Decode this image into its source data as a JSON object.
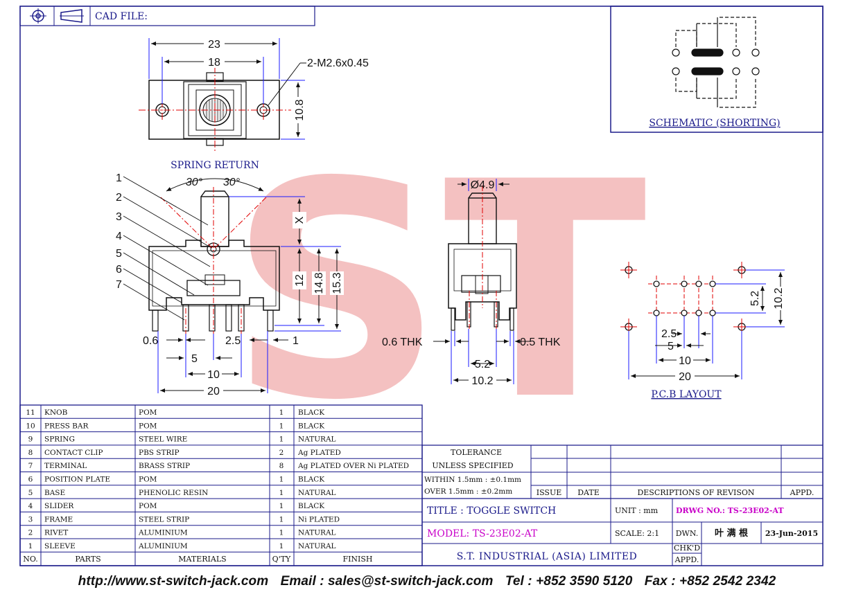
{
  "title_block": {
    "cad_file_label": "CAD FILE:",
    "tolerance_title": "TOLERANCE",
    "tolerance_unless": "UNLESS   SPECIFIED",
    "tolerance_row1": "WITHIN  1.5mm : ±0.1mm",
    "tolerance_row2": "OVER    1.5mm : ±0.2mm",
    "issue": "ISSUE",
    "date": "DATE",
    "descriptions": "DESCRIPTIONS  OF  REVISON",
    "appd": "APPD.",
    "title": "TITLE : TOGGLE SWITCH",
    "unit": "UNIT :   mm",
    "drwg_no": "DRWG  NO.: TS-23E02-AT",
    "model": "MODEL: TS-23E02-AT",
    "scale": "SCALE:   2:1",
    "dwn_label": "DWN.",
    "drawn_by": "叶 满 根",
    "drawn_date": "23-Jun-2015",
    "chkd_label": "CHK'D",
    "appd_label": "APPD.",
    "company": "S.T. INDUSTRIAL  (ASIA)  LIMITED"
  },
  "labels": {
    "schematic": "SCHEMATIC (SHORTING)",
    "spring_return": "SPRING  RETURN",
    "pcb_layout": "P.C.B  LAYOUT",
    "mounting": "2-M2.6x0.45",
    "angle_left": "30°",
    "angle_right": "30°",
    "stroke_x": "X",
    "watermark": "ST",
    "thk_left": "0.6  THK",
    "thk_right": "0.5  THK"
  },
  "dims": {
    "top_width": "23",
    "top_hole": "18",
    "top_height": "10.8",
    "d12": "12",
    "d14_8": "14.8",
    "d15_3": "15.3",
    "d0_6": "0.6",
    "d2_5": "2.5",
    "d1": "1",
    "d5": "5",
    "d10": "10",
    "d20": "20",
    "shaft_dia": "Ø4.9",
    "d5_2": "5.2",
    "d10_2": "10.2",
    "pcb_5_2": "5.2",
    "pcb_10_2": "10.2",
    "pcb_2_5": "2.5",
    "pcb_5": "5",
    "pcb_10": "10",
    "pcb_20": "20"
  },
  "callouts": [
    "1",
    "2",
    "3",
    "4",
    "5",
    "6",
    "7"
  ],
  "bom": {
    "header": {
      "no": "NO.",
      "parts": "PARTS",
      "materials": "MATERIALS",
      "qty": "Q'TY",
      "finish": "FINISH"
    },
    "rows": [
      {
        "no": "11",
        "part": "KNOB",
        "material": "POM",
        "qty": "1",
        "finish": "BLACK"
      },
      {
        "no": "10",
        "part": "PRESS BAR",
        "material": "POM",
        "qty": "1",
        "finish": "BLACK"
      },
      {
        "no": "9",
        "part": "SPRING",
        "material": "STEEL WIRE",
        "qty": "1",
        "finish": "NATURAL"
      },
      {
        "no": "8",
        "part": "CONTACT CLIP",
        "material": "PBS STRIP",
        "qty": "2",
        "finish": "Ag PLATED"
      },
      {
        "no": "7",
        "part": "TERMINAL",
        "material": "BRASS STRIP",
        "qty": "8",
        "finish": "Ag PLATED OVER Ni PLATED"
      },
      {
        "no": "6",
        "part": "POSITION PLATE",
        "material": "POM",
        "qty": "1",
        "finish": "BLACK"
      },
      {
        "no": "5",
        "part": "BASE",
        "material": "PHENOLIC RESIN",
        "qty": "1",
        "finish": "NATURAL"
      },
      {
        "no": "4",
        "part": "SLIDER",
        "material": "POM",
        "qty": "1",
        "finish": "BLACK"
      },
      {
        "no": "3",
        "part": "FRAME",
        "material": "STEEL STRIP",
        "qty": "1",
        "finish": "Ni PLATED"
      },
      {
        "no": "2",
        "part": "RIVET",
        "material": "ALUMINIUM",
        "qty": "1",
        "finish": "NATURAL"
      },
      {
        "no": "1",
        "part": "SLEEVE",
        "material": "ALUMINIUM",
        "qty": "1",
        "finish": "NATURAL"
      }
    ]
  },
  "footer": {
    "website": "http://www.st-switch-jack.com",
    "email": "Email : sales@st-switch-jack.com",
    "tel": "Tel : +852 3590 5120",
    "fax": "Fax : +852 2542 2342"
  },
  "colors": {
    "frame": "#1a1a8a",
    "dimension": "#1a1aff",
    "centerline": "#e00000",
    "magenta": "#c800c8",
    "watermark": "#f4b4b4"
  }
}
